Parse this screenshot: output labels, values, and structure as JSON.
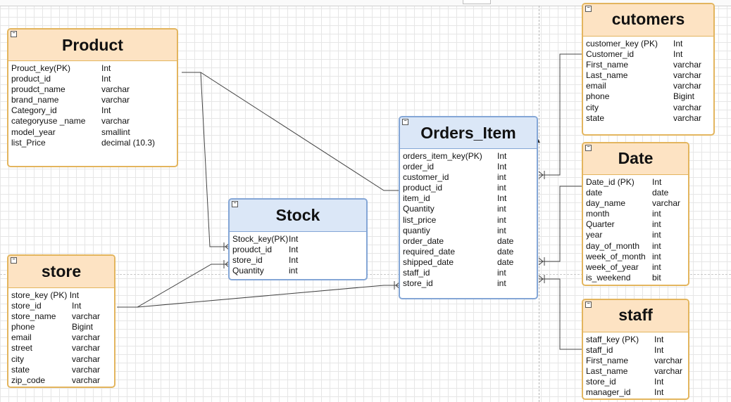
{
  "entities": {
    "product": {
      "title": "Product",
      "columns": [
        {
          "name": "Prouct_key(PK)",
          "type": "Int"
        },
        {
          "name": "product_id",
          "type": "Int"
        },
        {
          "name": "proudct_name",
          "type": "varchar"
        },
        {
          "name": "brand_name",
          "type": "varchar"
        },
        {
          "name": "Category_id",
          "type": "Int"
        },
        {
          "name": "categoryuse _name",
          "type": "varchar"
        },
        {
          "name": "model_year",
          "type": "smallint"
        },
        {
          "name": "list_Price",
          "type": "decimal (10.3)"
        }
      ]
    },
    "store": {
      "title": "store",
      "columns": [
        {
          "name": "store_key (PK) Int",
          "type": ""
        },
        {
          "name": "store_id",
          "type": "Int"
        },
        {
          "name": "store_name",
          "type": "varchar"
        },
        {
          "name": "phone",
          "type": "Bigint"
        },
        {
          "name": "email",
          "type": "varchar"
        },
        {
          "name": "street",
          "type": "varchar"
        },
        {
          "name": "city",
          "type": "varchar"
        },
        {
          "name": "state",
          "type": "varchar"
        },
        {
          "name": "zip_code",
          "type": "varchar"
        }
      ]
    },
    "stock": {
      "title": "Stock",
      "columns": [
        {
          "name": "Stock_key(PK)",
          "type": "Int"
        },
        {
          "name": "proudct_id",
          "type": "Int"
        },
        {
          "name": "store_id",
          "type": "Int"
        },
        {
          "name": "Quantity",
          "type": "int"
        }
      ]
    },
    "orders_item": {
      "title": "Orders_Item",
      "columns": [
        {
          "name": "orders_item_key(PK)",
          "type": "Int"
        },
        {
          "name": "order_id",
          "type": "Int"
        },
        {
          "name": "customer_id",
          "type": "int"
        },
        {
          "name": "product_id",
          "type": "int"
        },
        {
          "name": "item_id",
          "type": "Int"
        },
        {
          "name": "Quantity",
          "type": "int"
        },
        {
          "name": "list_price",
          "type": "int"
        },
        {
          "name": "quantiy",
          "type": "int"
        },
        {
          "name": "order_date",
          "type": "date"
        },
        {
          "name": "required_date",
          "type": "date"
        },
        {
          "name": "shipped_date",
          "type": "date"
        },
        {
          "name": "staff_id",
          "type": "int"
        },
        {
          "name": "store_id",
          "type": "int"
        }
      ]
    },
    "customers": {
      "title": "cutomers",
      "columns": [
        {
          "name": "customer_key (PK)",
          "type": "Int"
        },
        {
          "name": "Customer_id",
          "type": "Int"
        },
        {
          "name": "First_name",
          "type": "varchar"
        },
        {
          "name": "Last_name",
          "type": "varchar"
        },
        {
          "name": "email",
          "type": "varchar"
        },
        {
          "name": " phone",
          "type": "Bigint"
        },
        {
          "name": "city",
          "type": "varchar"
        },
        {
          "name": "state",
          "type": "varchar"
        }
      ]
    },
    "date": {
      "title": "Date",
      "columns": [
        {
          "name": "Date_id (PK)",
          "type": "Int"
        },
        {
          "name": "date",
          "type": "date"
        },
        {
          "name": "day_name",
          "type": "varchar"
        },
        {
          "name": "month",
          "type": "int"
        },
        {
          "name": "Quarter",
          "type": "int"
        },
        {
          "name": "year",
          "type": "int"
        },
        {
          "name": "day_of_month",
          "type": "int"
        },
        {
          "name": "week_of_month",
          "type": "int"
        },
        {
          "name": "week_of_year",
          "type": "int"
        },
        {
          "name": "is_weekend",
          "type": "bit"
        }
      ]
    },
    "staff": {
      "title": "staff",
      "columns": [
        {
          "name": "staff_key (PK)",
          "type": "Int"
        },
        {
          "name": "staff_id",
          "type": "Int"
        },
        {
          "name": "First_name",
          "type": "varchar"
        },
        {
          "name": "Last_name",
          "type": "varchar"
        },
        {
          "name": "store_id",
          "type": "Int"
        },
        {
          "name": "manager_id",
          "type": "Int"
        }
      ]
    }
  },
  "colors": {
    "header_orange": "#fde3c3",
    "border_orange": "#e3b55e",
    "header_blue": "#dbe7f7",
    "border_blue": "#84a6d6",
    "line": "#444444"
  }
}
